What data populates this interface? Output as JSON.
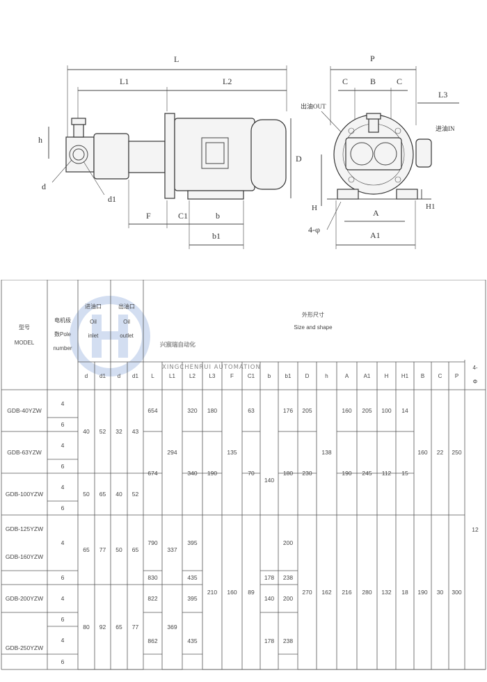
{
  "drawing": {
    "side_labels": {
      "L": "L",
      "L1": "L1",
      "L2": "L2",
      "h": "h",
      "d": "d",
      "d1": "d1",
      "D": "D",
      "F": "F",
      "C1": "C1",
      "b": "b",
      "b1": "b1"
    },
    "end_labels": {
      "P": "P",
      "B": "B",
      "C_left": "C",
      "C_right": "C",
      "L3": "L3",
      "outlet": "出油OUT",
      "inlet": "进油IN",
      "A": "A",
      "A1": "A1",
      "H": "H",
      "H1": "H1",
      "holes": "4-φ"
    }
  },
  "watermark": {
    "cn": "兴宸瑞自动化",
    "en": "XINGCHENRUI AUTOMATION"
  },
  "table": {
    "headers": {
      "model_cn": "型号",
      "model_en": "MODEL",
      "pole_cn": "电机极",
      "pole_cn2": "数Pole",
      "pole_en": "number",
      "inlet_cn": "进油口",
      "inlet_en1": "Oil",
      "inlet_en2": "inlet",
      "outlet_cn": "出油口",
      "outlet_en1": "Oil",
      "outlet_en2": "outlet",
      "size_cn": "外形尺寸",
      "size_en": "Size and shape"
    },
    "columns": [
      "d",
      "d1",
      "d",
      "d1",
      "L",
      "L1",
      "L2",
      "L3",
      "F",
      "C1",
      "b",
      "b1",
      "D",
      "h",
      "A",
      "A1",
      "H",
      "H1",
      "B",
      "C",
      "P"
    ],
    "last_column": [
      "4-",
      "Φ"
    ],
    "models": [
      "GDB-40YZW",
      "GDB-63YZW",
      "GDB-100YZW",
      "GDB-125YZW",
      "GDB-160YZW",
      "GDB-200YZW",
      "GDB-250YZW"
    ],
    "pole_values": [
      "4",
      "6",
      "4",
      "6",
      "4",
      "6",
      "4",
      "6",
      "4",
      "6",
      "4",
      "6"
    ],
    "cells": {
      "g1_d": "40",
      "g1_d1": "52",
      "g1_od": "32",
      "g1_od1": "43",
      "g2_d": "50",
      "g2_d1": "65",
      "g2_od": "40",
      "g2_od1": "52",
      "g3_d": "65",
      "g3_d1": "77",
      "g3_od": "50",
      "g3_od1": "65",
      "g4_d": "80",
      "g4_d1": "92",
      "g4_od": "65",
      "g4_od1": "77",
      "L_a": "654",
      "L_b": "674",
      "L_c": "790",
      "L_d": "830",
      "L_e": "822",
      "L_f": "862",
      "L1_a": "294",
      "L1_b": "337",
      "L1_c": "369",
      "L2_a": "320",
      "L2_b": "340",
      "L2_c": "395",
      "L2_d": "435",
      "L2_e": "395",
      "L2_f": "435",
      "L3_a": "180",
      "L3_b": "190",
      "L3_c": "210",
      "F_a": "135",
      "F_b": "160",
      "C1_a": "63",
      "C1_b": "70",
      "C1_c": "89",
      "b_a": "140",
      "b_b": "178",
      "b_c": "140",
      "b_d": "178",
      "b1_a": "176",
      "b1_b": "180",
      "b1_c": "200",
      "b1_d": "238",
      "b1_e": "200",
      "b1_f": "238",
      "D_a": "205",
      "D_b": "230",
      "D_c": "270",
      "h_a": "138",
      "h_b": "162",
      "A_a": "160",
      "A_b": "190",
      "A_c": "216",
      "A1_a": "205",
      "A1_b": "245",
      "A1_c": "280",
      "H_a": "100",
      "H_b": "112",
      "H_c": "132",
      "H1_a": "14",
      "H1_b": "15",
      "H1_c": "18",
      "B_a": "160",
      "B_b": "190",
      "C_a": "22",
      "C_b": "30",
      "P_a": "250",
      "P_b": "300",
      "phi": "12"
    }
  }
}
